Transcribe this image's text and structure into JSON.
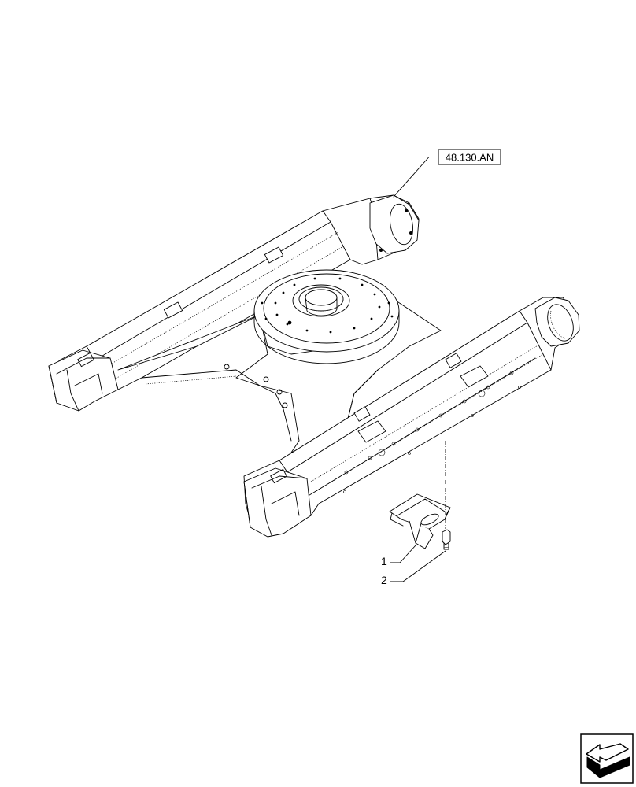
{
  "reference_label": "48.130.AN",
  "callouts": [
    {
      "number": "1"
    },
    {
      "number": "2"
    }
  ],
  "nav_icon": "next-page-arrow-icon"
}
